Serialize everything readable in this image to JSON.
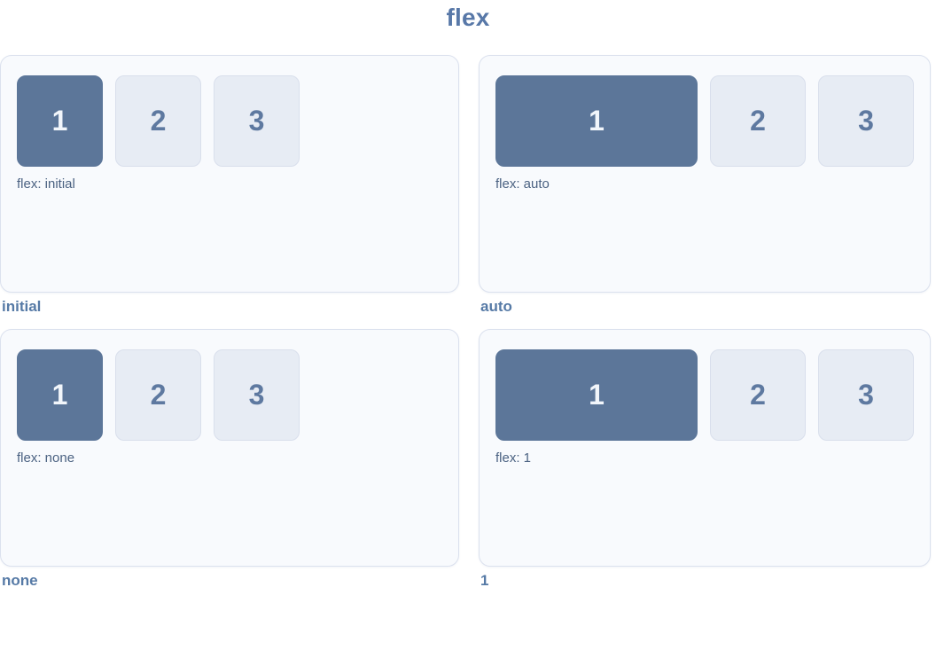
{
  "page": {
    "title": "flex"
  },
  "colors": {
    "accent_box": "#5C7699",
    "light_box_bg": "#E7ECF4",
    "light_box_border": "#D9DFEC",
    "card_bg": "#F8FAFD",
    "card_border": "#DBE1EE",
    "heading_blue": "#5878A8",
    "caption_slate": "#4B6282"
  },
  "examples": [
    {
      "label": "initial",
      "caption": "flex: initial",
      "boxes": [
        "1",
        "2",
        "3"
      ]
    },
    {
      "label": "auto",
      "caption": "flex: auto",
      "boxes": [
        "1",
        "2",
        "3"
      ]
    },
    {
      "label": "none",
      "caption": "flex: none",
      "boxes": [
        "1",
        "2",
        "3"
      ]
    },
    {
      "label": "1",
      "caption": "flex: 1",
      "boxes": [
        "1",
        "2",
        "3"
      ]
    }
  ]
}
